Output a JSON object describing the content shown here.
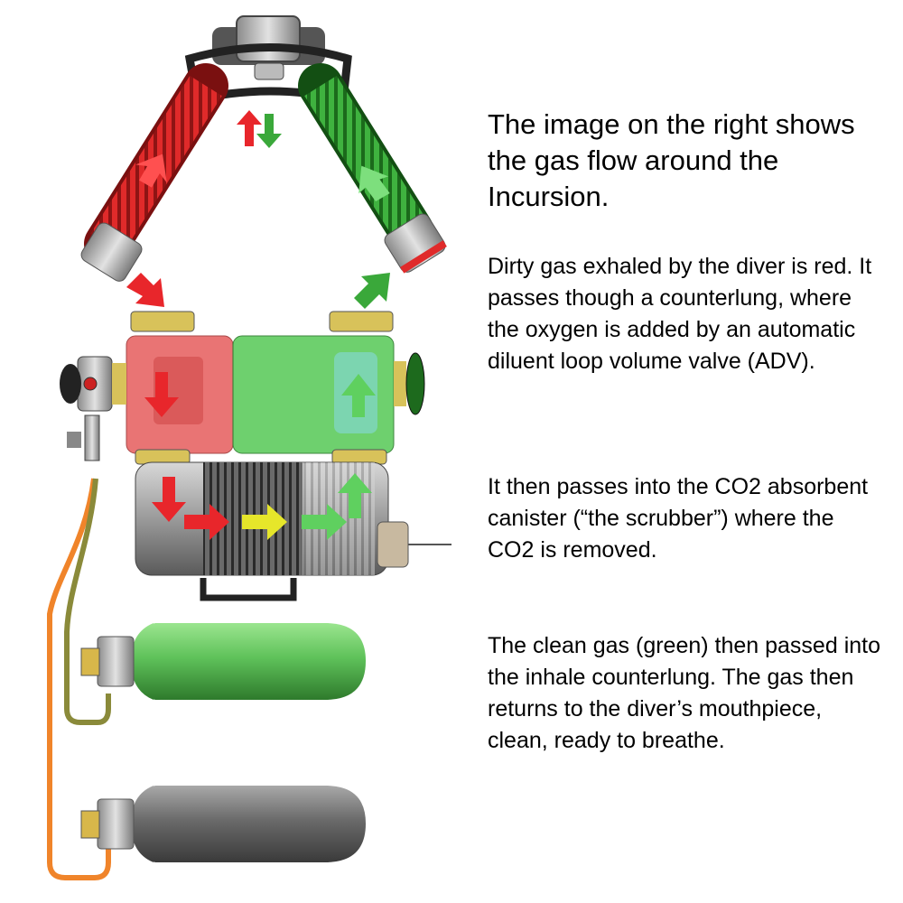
{
  "heading": "The image on the right shows the gas flow around the Incursion.",
  "paragraphs": [
    "Dirty gas exhaled by the diver is red. It passes though a counterlung, where the oxygen is added by an automatic diluent loop volume valve (ADV).",
    "It then passes into the CO2 absorbent canister (“the scrubber”) where the CO2 is removed.",
    "The clean gas (green) then passed into the inhale counterlung. The gas then returns to the diver’s mouthpiece, clean, ready to breathe."
  ],
  "colors": {
    "exhale": "#e8262b",
    "inhale": "#3aa83a",
    "scrubbing": "#e6e62a",
    "oxygen_hose": "#f0842a",
    "diluent_hose": "#8a8a3a",
    "oxygen_cylinder": "#6a6a6a",
    "diluent_cylinder": "#5fc25a"
  },
  "icons": [
    "mouthpiece-icon",
    "exhale-hose-icon",
    "inhale-hose-icon",
    "flow-arrow-icon",
    "counterlung-icon",
    "scrubber-canister-icon",
    "cylinder-icon",
    "gas-hose-icon"
  ]
}
